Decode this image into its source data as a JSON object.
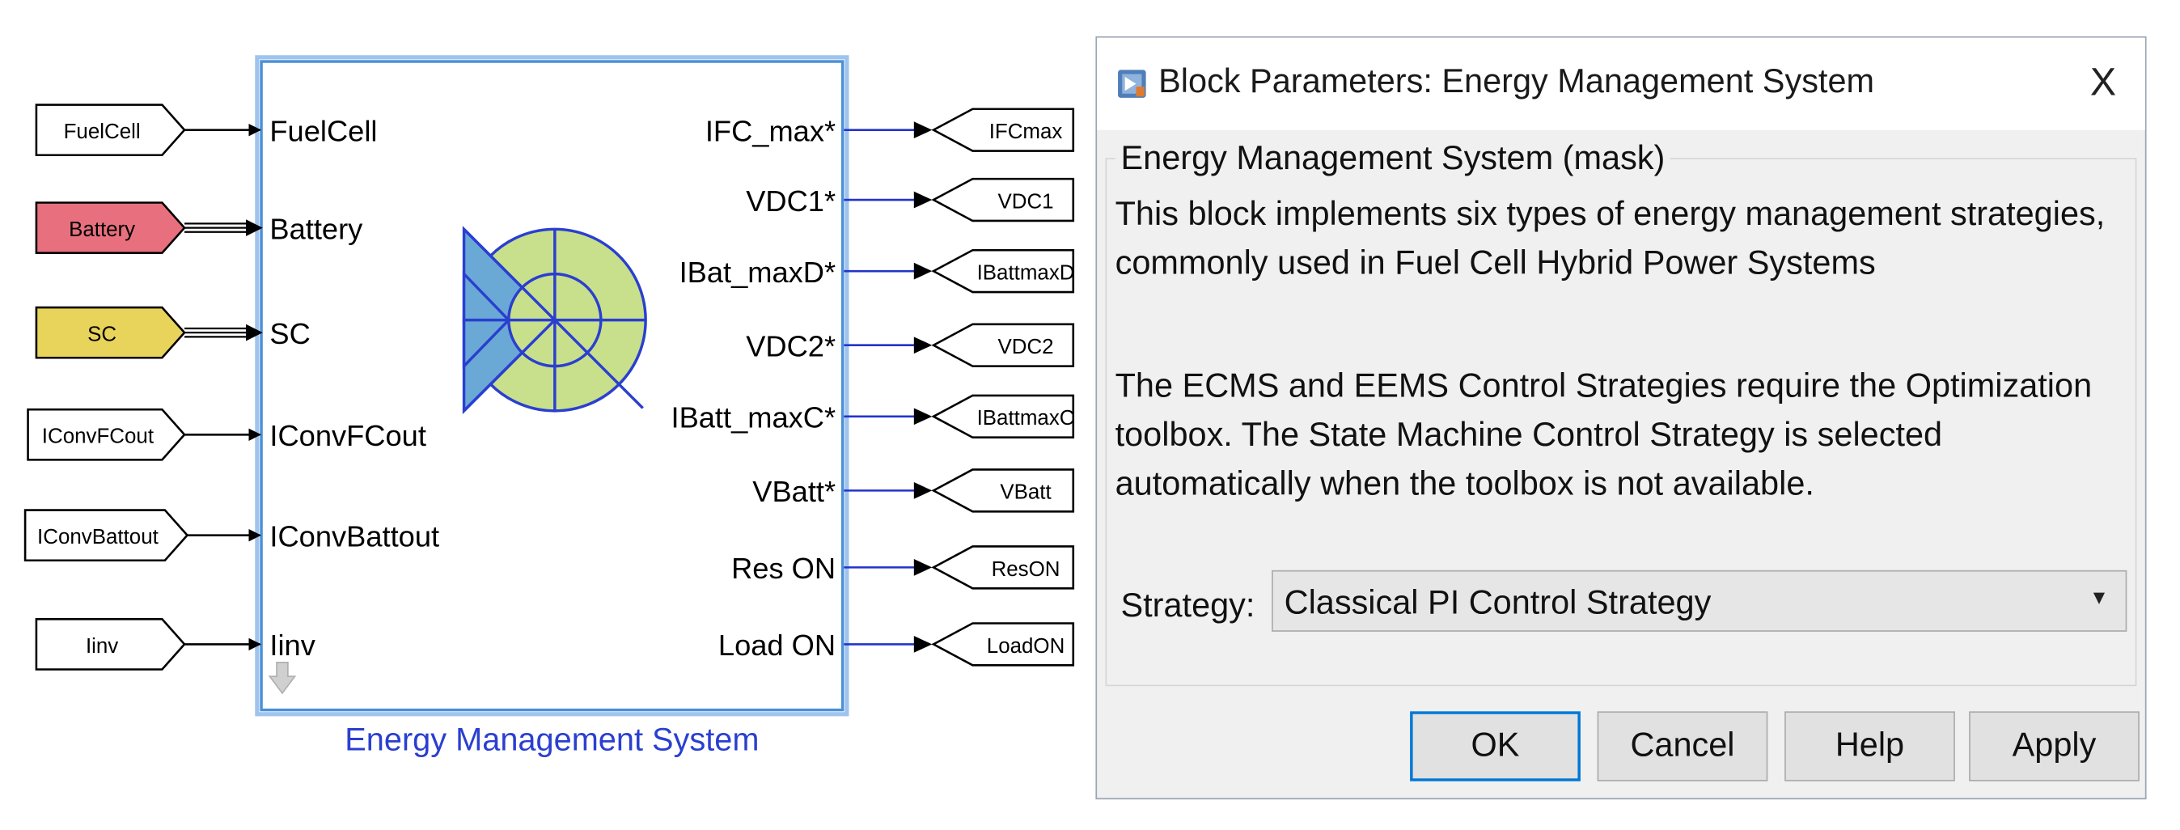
{
  "model": {
    "block_name": "Energy Management System",
    "inputs": [
      {
        "port_label": "FuelCell",
        "tag": "FuelCell",
        "tag_color": "#ffffff"
      },
      {
        "port_label": "Battery",
        "tag": "Battery",
        "tag_color": "#e8707e"
      },
      {
        "port_label": "SC",
        "tag": "SC",
        "tag_color": "#e8d45a"
      },
      {
        "port_label": "IConvFCout",
        "tag": "IConvFCout",
        "tag_color": "#ffffff"
      },
      {
        "port_label": "IConvBattout",
        "tag": "IConvBattout",
        "tag_color": "#ffffff"
      },
      {
        "port_label": "Iinv",
        "tag": "Iinv",
        "tag_color": "#ffffff"
      }
    ],
    "outputs": [
      {
        "port_label": "IFC_max*",
        "tag": "IFCmax"
      },
      {
        "port_label": "VDC1*",
        "tag": "VDC1"
      },
      {
        "port_label": "IBat_maxD*",
        "tag": "IBattmaxD"
      },
      {
        "port_label": "VDC2*",
        "tag": "VDC2"
      },
      {
        "port_label": "IBatt_maxC*",
        "tag": "IBattmaxC"
      },
      {
        "port_label": "VBatt*",
        "tag": "VBatt"
      },
      {
        "port_label": "Res ON",
        "tag": "ResON"
      },
      {
        "port_label": "Load ON",
        "tag": "LoadON"
      }
    ],
    "colors": {
      "block_border": "#4a8fd8",
      "output_signal": "#2233cc",
      "block_name": "#2a3fd0",
      "icon_fill_blue": "#6aa8d6",
      "icon_fill_green": "#c8df8c"
    },
    "icons": {
      "block_icon": "energy-management-glyph",
      "port_indicator": "down-arrow-icon"
    }
  },
  "dialog": {
    "title": "Block Parameters: Energy Management System",
    "close_glyph": "X",
    "title_icon": "simulink-block-icon",
    "mask_label": "Energy Management System (mask)",
    "description_1": "This block implements six types of energy management strategies, commonly used in Fuel Cell Hybrid Power Systems",
    "description_2": "The ECMS and EEMS Control Strategies require the Optimization toolbox. The State Machine Control Strategy is selected automatically when the toolbox is not available.",
    "strategy_label": "Strategy:",
    "strategy_value": "Classical PI Control Strategy",
    "buttons": {
      "ok": "OK",
      "cancel": "Cancel",
      "help": "Help",
      "apply": "Apply"
    },
    "accent_color": "#0078d7"
  }
}
